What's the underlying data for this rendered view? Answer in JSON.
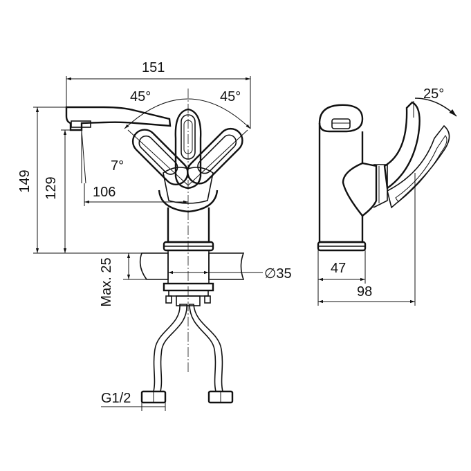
{
  "drawing": {
    "accent_color": "#111111",
    "background_color": "#ffffff",
    "dimensions": {
      "overall_width": "151",
      "handle_angle_left": "45°",
      "handle_angle_right": "45°",
      "spout_tilt": "7°",
      "spout_reach": "106",
      "total_height": "149",
      "spout_height": "129",
      "max_deck_thickness": "Max. 25",
      "hole_diameter": "∅35",
      "thread_size": "G1/2",
      "base_depth": "47",
      "total_depth": "98",
      "side_handle_angle": "25°"
    }
  }
}
